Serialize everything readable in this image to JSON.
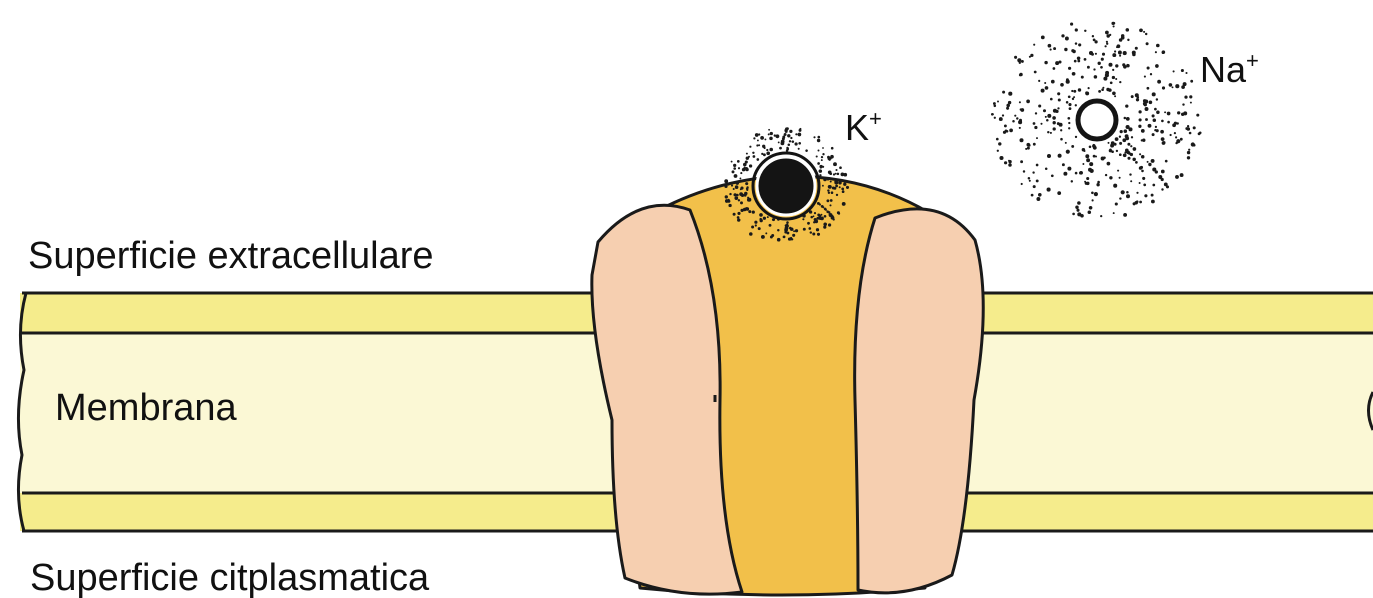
{
  "labels": {
    "extracellular": "Superficie extracellulare",
    "membrane": "Membrana",
    "cytoplasmic": "Superficie citplasmatica"
  },
  "ions": {
    "potassium": {
      "symbol": "K",
      "charge": "+"
    },
    "sodium": {
      "symbol": "Na",
      "charge": "+"
    }
  },
  "colors": {
    "membrane_outer_layer": "#f5ec8c",
    "membrane_core": "#fbf8d5",
    "channel_pore": "#f2c04a",
    "channel_subunit": "#f6cfb0",
    "outline": "#1a1a1a"
  }
}
